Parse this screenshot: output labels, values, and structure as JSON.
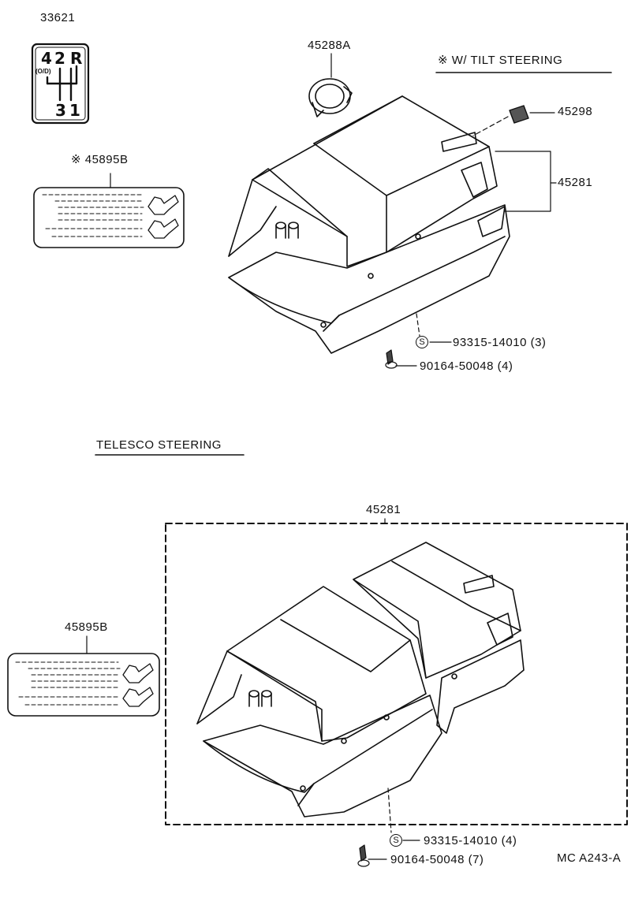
{
  "parts": {
    "shift_label_part": "33621",
    "tilt_caution_label_part": "※ 45895B",
    "ring_part": "45288A",
    "plug_part": "45298",
    "tilt_cover_part": "45281",
    "tilt_screw_part": "93315-14010 (3)",
    "tilt_screw_symbol": "S",
    "tilt_bolt_part": "90164-50048 (4)",
    "telesco_cover_part": "45281",
    "telesco_caution_label_part": "45895B",
    "telesco_screw_part": "93315-14010 (4)",
    "telesco_screw_symbol": "S",
    "telesco_bolt_part": "90164-50048 (7)"
  },
  "shift_pattern": {
    "top_left": "4",
    "top_mid": "2",
    "top_right": "R",
    "od_tag": "(O/D)",
    "bottom_left": "3",
    "bottom_right": "1"
  },
  "headings": {
    "tilt": "※  W/ TILT STEERING",
    "telesco": "TELESCO STEERING"
  },
  "footer": {
    "code": "MC  A243-A"
  }
}
